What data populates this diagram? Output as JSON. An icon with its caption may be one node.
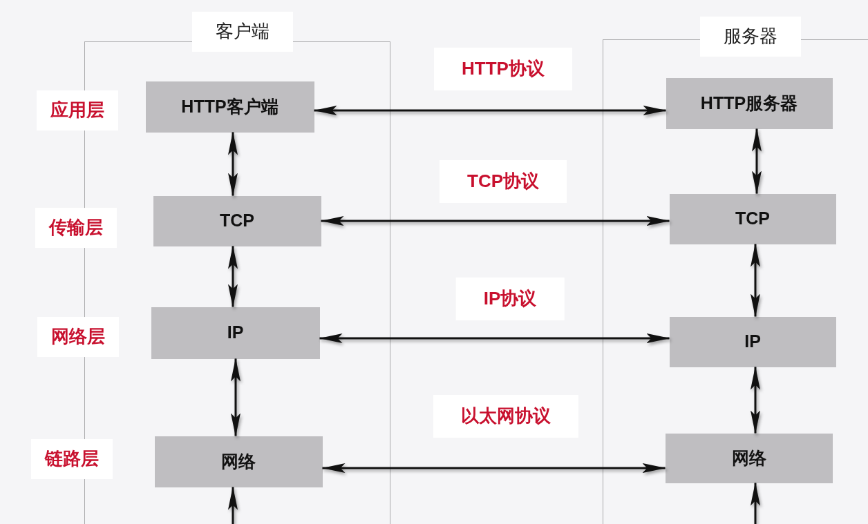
{
  "diagram": {
    "nodes": [
      {
        "text": [
          "客户端"
        ]
      },
      {
        "text": [
          "HTTP客户端"
        ],
        "in": 0
      },
      {
        "text": [
          "TCP"
        ],
        "in": 0
      },
      {
        "text": [
          "IP"
        ],
        "in": 0
      },
      {
        "text": [
          "网络"
        ],
        "in": 0
      },
      {
        "text": [
          "服务器"
        ]
      },
      {
        "text": [
          "HTTP服务器"
        ],
        "in": 5
      },
      {
        "text": [
          "TCP"
        ],
        "in": 5
      },
      {
        "text": [
          "IP"
        ],
        "in": 5
      },
      {
        "text": [
          "网络"
        ],
        "in": 5
      }
    ],
    "edges": [
      {
        "from": 1,
        "to": 6,
        "arrow": "both",
        "label": "HTTP协议"
      },
      {
        "from": 1,
        "to": 2,
        "arrow": "both"
      },
      {
        "from": 6,
        "to": 7,
        "arrow": "both"
      },
      {
        "from": 2,
        "to": 7,
        "arrow": "both",
        "label": "TCP协议"
      },
      {
        "from": 2,
        "to": 3,
        "arrow": "both"
      },
      {
        "from": 7,
        "to": 8,
        "arrow": "both"
      },
      {
        "from": 3,
        "to": 8,
        "arrow": "both",
        "label": "IP协议"
      },
      {
        "from": 3,
        "to": 4,
        "arrow": "both"
      },
      {
        "from": 8,
        "to": 9,
        "arrow": "both"
      },
      {
        "from": 4,
        "to": 9,
        "arrow": "both",
        "label": "以太网协议"
      },
      {
        "from": null,
        "to": 4,
        "arrow": "to"
      },
      {
        "from": null,
        "to": 9,
        "arrow": "to"
      }
    ],
    "labels": [
      "应用层",
      "传输层",
      "网络层",
      "链路层"
    ]
  }
}
